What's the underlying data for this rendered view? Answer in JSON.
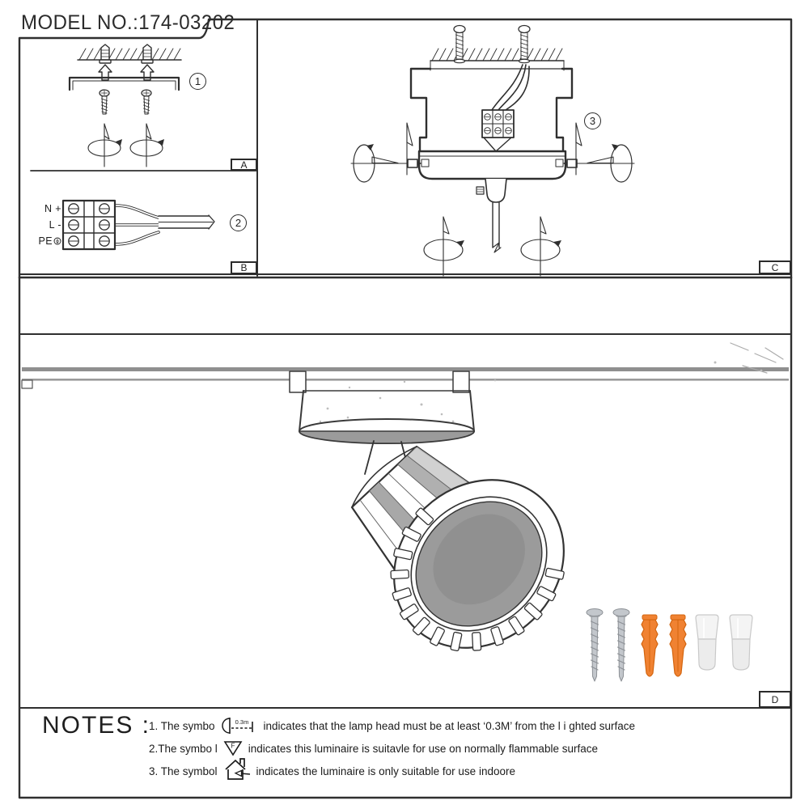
{
  "header": {
    "model_no": "MODEL NO.:174-03202"
  },
  "panels": {
    "a": {
      "corner_label": "A",
      "step_number": "1"
    },
    "b": {
      "corner_label": "B",
      "step_number": "2",
      "terminals": {
        "neutral": "N +",
        "live": "L -",
        "earth": "PE"
      }
    },
    "c": {
      "corner_label": "C",
      "step_number": "3"
    },
    "d": {
      "corner_label": "D"
    }
  },
  "hardware": {
    "screw_color": "#C3C7CC",
    "anchor_color": "#F08232",
    "wire_nut_color": "#F2F2F2"
  },
  "notes": {
    "heading": "NOTES :",
    "items": [
      {
        "prefix": "1. The symbo",
        "icon": "lamp-min-distance-icon",
        "icon_text": "0.3m",
        "suffix": "indicates that the lamp head must be at least ‘0.3M’ from the l i ghted surface"
      },
      {
        "prefix": "2.The symbo l",
        "icon": "flammable-surface-f-triangle-icon",
        "icon_text": "F",
        "suffix": "indicates this luminaire is suitavle for use on normally flammable surface"
      },
      {
        "prefix": "3. The symbol",
        "icon": "indoor-use-house-icon",
        "suffix": "indicates the luminaire is only suitable for use indoore"
      }
    ]
  }
}
